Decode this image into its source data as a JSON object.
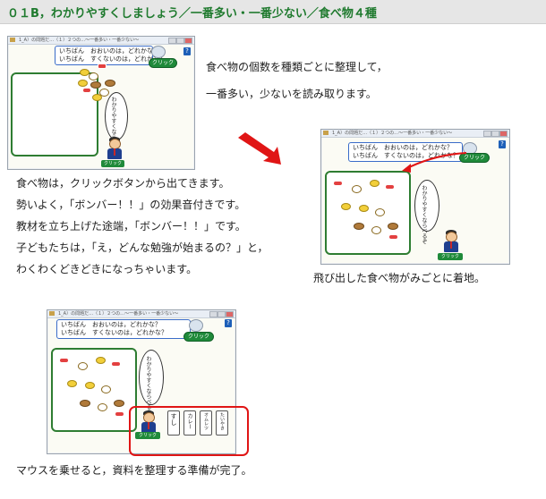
{
  "header": {
    "title": "０１B，わかりやすくしましょう／一番多い・一番少ない／食べ物４種"
  },
  "app": {
    "window_title": "1_A）の問題だ…（１）２つの…〜一番多い・一番少ない〜",
    "question_line1": "いちばん　おおいのは，どれかな？",
    "question_line2": "いちばん　すくないのは，どれかな？",
    "click_label": "クリック",
    "teacher_label": "クリック",
    "bubble_text": "わかりやすくならべるぞ",
    "help_glyph": "?"
  },
  "intro": {
    "line1": "食べ物の個数を種類ごとに整理して，",
    "line2": "一番多い，少ないを読み取ります。"
  },
  "description": {
    "line1": "食べ物は，クリックボタンから出てきます。",
    "line2": "勢いよく，「ボンバー！！」の効果音付きです。",
    "line3": "教材を立ち上げた途端，「ボンバー！！」です。",
    "line4": "子どもたちは，「え，どんな勉強が始まるの？」と，",
    "line5": "わくわくどきどきになっちゃいます。"
  },
  "caption2": "飛び出した食べ物がみごとに着地。",
  "caption3": "マウスを乗せると，資料を整理する準備が完了。",
  "categories": [
    "すし",
    "カレー",
    "オムレツ",
    "たいやき"
  ],
  "colors": {
    "title_green": "#1f7a2e",
    "board_green": "#2e7d32",
    "arrow_red": "#e01515",
    "click_green": "#1f8a3a",
    "question_blue": "#3a6cc9",
    "help_blue": "#1d5fb8"
  },
  "icons": [
    "help-icon",
    "teacher-icon",
    "red-arrow-icon",
    "sushi-icon",
    "curry-icon",
    "omelet-icon",
    "taiyaki-icon"
  ]
}
